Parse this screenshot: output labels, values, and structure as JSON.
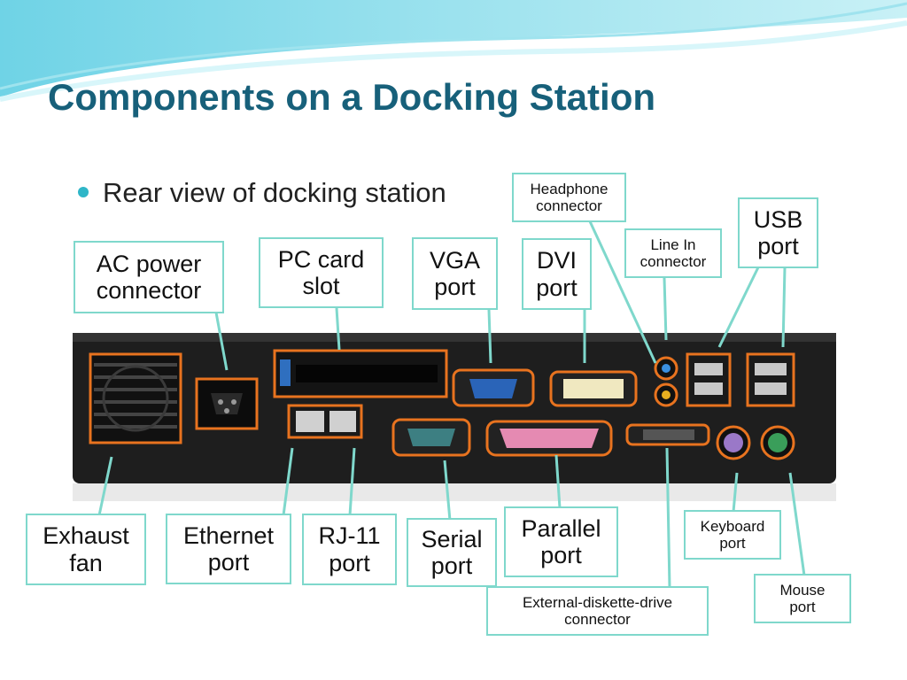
{
  "slide": {
    "title": "Components on a Docking Station",
    "bullet": "Rear view of docking station"
  },
  "labels": {
    "ac_power": "AC power\nconnector",
    "pc_card": "PC card\nslot",
    "vga": "VGA\nport",
    "dvi": "DVI\nport",
    "headphone": "Headphone\nconnector",
    "line_in": "Line In\nconnector",
    "usb": "USB\nport",
    "exhaust": "Exhaust\nfan",
    "ethernet": "Ethernet\nport",
    "rj11": "RJ-11\nport",
    "serial": "Serial\nport",
    "parallel": "Parallel\nport",
    "diskette": "External-diskette-drive\nconnector",
    "keyboard": "Keyboard\nport",
    "mouse": "Mouse\nport"
  },
  "colors": {
    "title": "#17607a",
    "bullet": "#2fb6c8",
    "label_border": "#7fd8cc",
    "leader_line": "#7fd8cc",
    "port_highlight": "#e8731f"
  }
}
